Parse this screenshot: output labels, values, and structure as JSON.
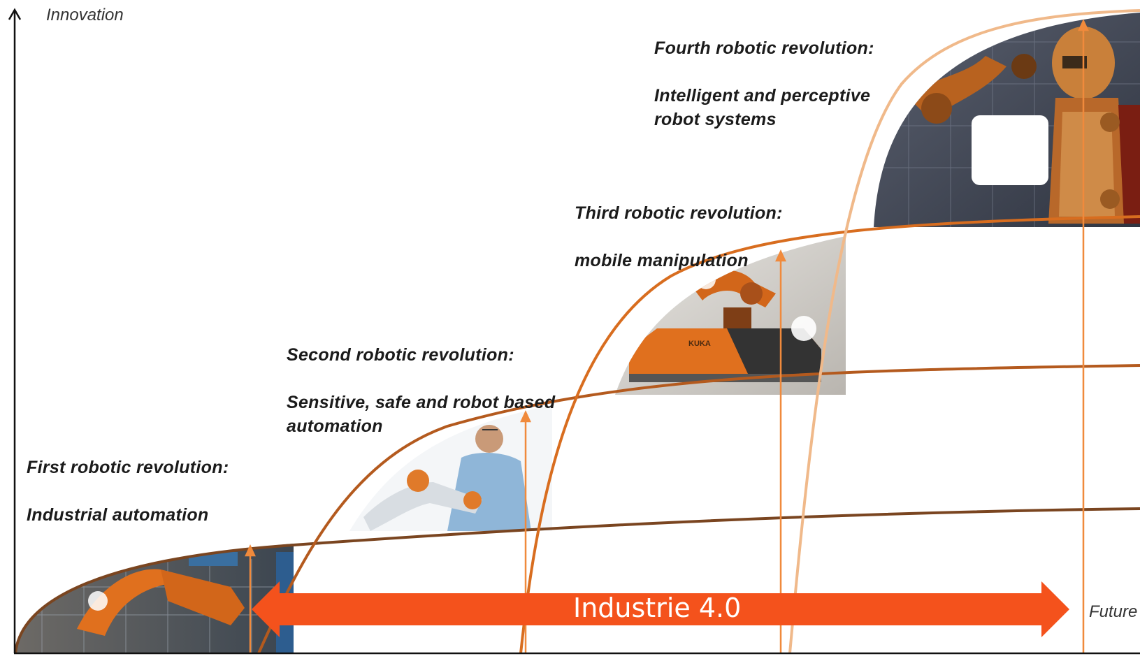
{
  "axes": {
    "y_label": "Innovation",
    "x_label": "Future"
  },
  "stages": [
    {
      "id": "first",
      "title": "First robotic revolution:",
      "subtitle": "Industrial automation"
    },
    {
      "id": "second",
      "title": "Second robotic revolution:",
      "subtitle": "Sensitive, safe and robot based\nautomation"
    },
    {
      "id": "third",
      "title": "Third robotic revolution:",
      "subtitle": "mobile manipulation"
    },
    {
      "id": "fourth",
      "title": "Fourth robotic revolution:",
      "subtitle": "Intelligent and perceptive\nrobot systems"
    }
  ],
  "banner": {
    "label": "Industrie 4.0"
  },
  "images": {
    "first": "industrial robot arm in cell",
    "second": "collaborative robot with person",
    "third": "mobile manipulator robot",
    "fourth": "humanoid robot"
  },
  "brand_text": "KUKA",
  "colors": {
    "axis": "#111111",
    "curve_first": "#7a4520",
    "curve_second": "#b45a1e",
    "curve_third": "#d86d1f",
    "curve_fourth": "#f0b98a",
    "stage_arrow": "#f08a3c",
    "banner": "#f4521c",
    "robot_orange": "#e0701e"
  }
}
